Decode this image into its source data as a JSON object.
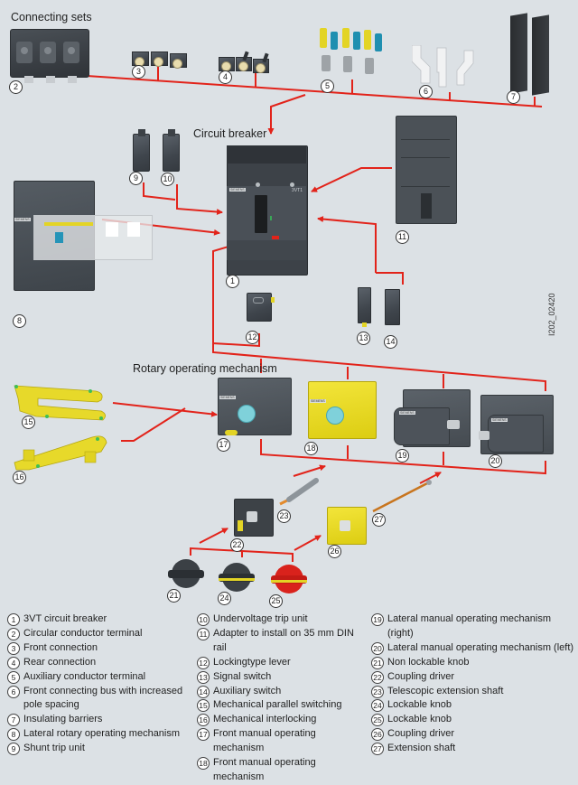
{
  "diagram": {
    "document_id": "I202_02420",
    "colors": {
      "background": "#dce1e5",
      "connector_line": "#e2231a",
      "housing_dark": "#454b52",
      "housing_yellow": "#e6d61a",
      "knob_red": "#d9221c"
    },
    "sections": {
      "connecting_sets": "Connecting sets",
      "circuit_breaker": "Circuit breaker",
      "rotary_operating_mechanism": "Rotary operating mechanism"
    },
    "callouts": {
      "1": "1",
      "2": "2",
      "3": "3",
      "4": "4",
      "5": "5",
      "6": "6",
      "7": "7",
      "8": "8",
      "9": "9",
      "10": "10",
      "11": "11",
      "12": "12",
      "13": "13",
      "14": "14",
      "15": "15",
      "16": "16",
      "17": "17",
      "18": "18",
      "19": "19",
      "20": "20",
      "21": "21",
      "22": "22",
      "23": "23",
      "24": "24",
      "25": "25",
      "26": "26",
      "27": "27"
    },
    "brand_label": "SIEMENS",
    "breaker_model": "3VT1"
  },
  "legend": {
    "columns": [
      [
        {
          "num": "1",
          "text": "3VT circuit breaker"
        },
        {
          "num": "2",
          "text": "Circular conductor terminal"
        },
        {
          "num": "3",
          "text": "Front connection"
        },
        {
          "num": "4",
          "text": "Rear connection"
        },
        {
          "num": "5",
          "text": "Auxiliary conductor terminal"
        },
        {
          "num": "6",
          "text": "Front connecting bus with increased pole spacing"
        },
        {
          "num": "7",
          "text": "Insulating barriers"
        },
        {
          "num": "8",
          "text": "Lateral rotary operating mechanism"
        },
        {
          "num": "9",
          "text": "Shunt trip unit"
        }
      ],
      [
        {
          "num": "10",
          "text": "Undervoltage trip unit"
        },
        {
          "num": "11",
          "text": "Adapter to install on 35 mm DIN rail"
        },
        {
          "num": "12",
          "text": "Lockingtype lever"
        },
        {
          "num": "13",
          "text": "Signal switch"
        },
        {
          "num": "14",
          "text": "Auxiliary switch"
        },
        {
          "num": "15",
          "text": "Mechanical parallel switching"
        },
        {
          "num": "16",
          "text": "Mechanical interlocking"
        },
        {
          "num": "17",
          "text": "Front manual operating mechanism"
        },
        {
          "num": "18",
          "text": "Front manual operating mechanism"
        }
      ],
      [
        {
          "num": "19",
          "text": "Lateral manual operating mechanism (right)"
        },
        {
          "num": "20",
          "text": "Lateral manual operating mechanism (left)"
        },
        {
          "num": "21",
          "text": "Non lockable knob"
        },
        {
          "num": "22",
          "text": "Coupling driver"
        },
        {
          "num": "23",
          "text": "Telescopic extension shaft"
        },
        {
          "num": "24",
          "text": "Lockable knob"
        },
        {
          "num": "25",
          "text": "Lockable knob"
        },
        {
          "num": "26",
          "text": "Coupling driver"
        },
        {
          "num": "27",
          "text": "Extension shaft"
        }
      ]
    ]
  }
}
